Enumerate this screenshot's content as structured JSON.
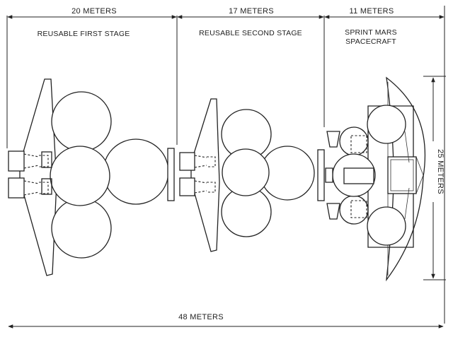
{
  "dimensions": {
    "stage1_length": "20 METERS",
    "stage2_length": "17 METERS",
    "spacecraft_length": "11 METERS",
    "total_length": "48 METERS",
    "height": "25 METERS"
  },
  "labels": {
    "stage1": "REUSABLE FIRST STAGE",
    "stage2": "REUSABLE SECOND STAGE",
    "spacecraft_line1": "SPRINT MARS",
    "spacecraft_line2": "SPACECRAFT"
  }
}
